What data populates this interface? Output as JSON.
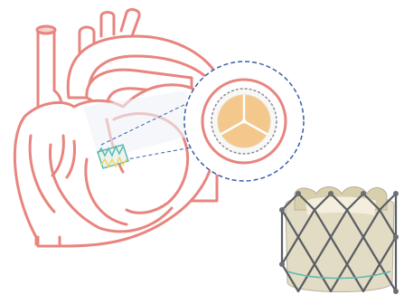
{
  "figure": {
    "kind": "medical-illustration",
    "subject": "transcatheter-aortic-valve-in-heart",
    "parts": [
      {
        "name": "heart-outline",
        "icon": "heart-icon"
      },
      {
        "name": "implanted-valve",
        "icon": "stent-valve-icon"
      },
      {
        "name": "magnified-valve-view",
        "icon": "magnifier-circle-icon"
      },
      {
        "name": "valve-product-render",
        "icon": "stent-valve-icon"
      }
    ],
    "colors": {
      "heart_stroke": "#e8857f",
      "heart_fill": "#ffffff",
      "inset_ring": "#3a5fa8",
      "leaflet_fill": "#f4c78d",
      "leaflet_stroke": "#ffffff",
      "stent_teal": "#5fb8b0",
      "stent_yellow": "#f2d45c",
      "frame_metal": "#5a5e63",
      "tissue_cream": "#e3dcc4"
    }
  }
}
